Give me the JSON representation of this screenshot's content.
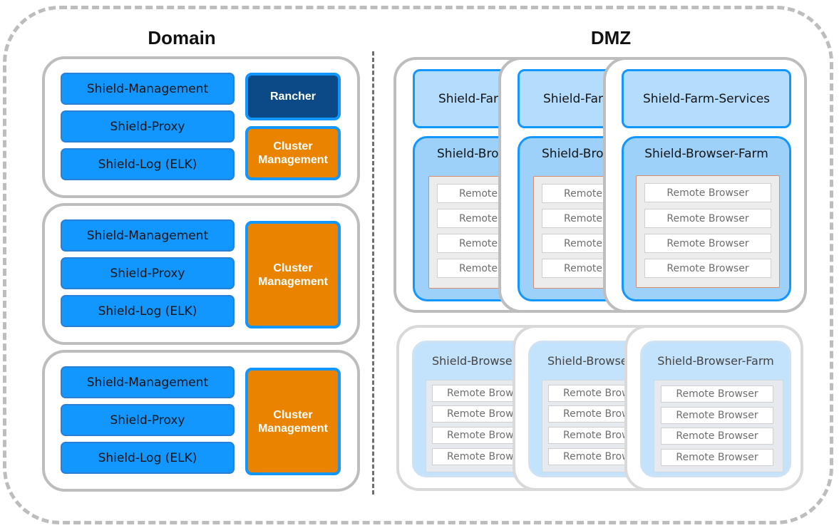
{
  "titles": {
    "domain": "Domain",
    "dmz": "DMZ"
  },
  "domain_groups": [
    {
      "services": [
        "Shield-Management",
        "Shield-Proxy",
        "Shield-Log (ELK)"
      ],
      "rancher": "Rancher",
      "cluster": [
        "Cluster",
        "Management"
      ]
    },
    {
      "services": [
        "Shield-Management",
        "Shield-Proxy",
        "Shield-Log (ELK)"
      ],
      "cluster": [
        "Cluster",
        "Management"
      ]
    },
    {
      "services": [
        "Shield-Management",
        "Shield-Proxy",
        "Shield-Log (ELK)"
      ],
      "cluster": [
        "Cluster",
        "Management"
      ]
    }
  ],
  "dmz_top": [
    {
      "farm_services": "Shield-Farm-Services",
      "browser_farm": "Shield-Browser-Farm",
      "remotes": [
        "Remote Browser",
        "Remote Browser",
        "Remote Browser",
        "Remote Browser"
      ]
    },
    {
      "farm_services": "Shield-Farm-Services",
      "browser_farm": "Shield-Browser-Farm",
      "remotes": [
        "Remote Browser",
        "Remote Browser",
        "Remote Browser",
        "Remote Browser"
      ]
    },
    {
      "farm_services": "Shield-Farm-Services",
      "browser_farm": "Shield-Browser-Farm",
      "remotes": [
        "Remote Browser",
        "Remote Browser",
        "Remote Browser",
        "Remote Browser"
      ]
    }
  ],
  "dmz_bottom": [
    {
      "browser_farm": "Shield-Browser-Farm",
      "remotes": [
        "Remote Browser",
        "Remote Browser",
        "Remote Browser",
        "Remote Browser"
      ]
    },
    {
      "browser_farm": "Shield-Browser-Farm",
      "remotes": [
        "Remote Browser",
        "Remote Browser",
        "Remote Browser",
        "Remote Browser"
      ]
    },
    {
      "browser_farm": "Shield-Browser-Farm",
      "remotes": [
        "Remote Browser",
        "Remote Browser",
        "Remote Browser",
        "Remote Browser"
      ]
    }
  ],
  "colors": {
    "service_blue": "#1296ff",
    "rancher_navy": "#0b4a86",
    "cluster_orange": "#ea8400",
    "farm_light": "#b4dcfc",
    "border_gray": "#bdbdbd"
  }
}
